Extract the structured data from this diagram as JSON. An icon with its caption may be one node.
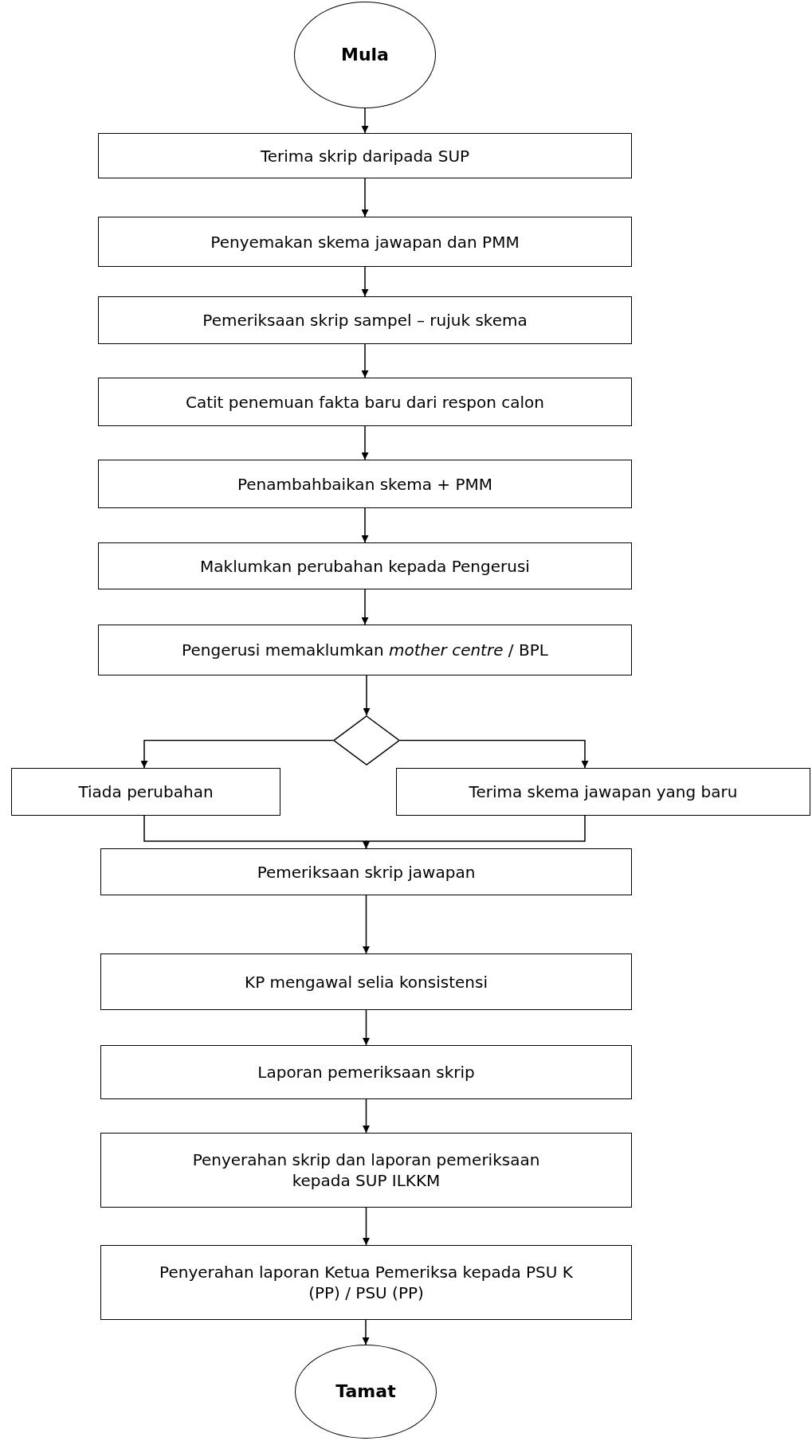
{
  "diagram": {
    "nodes": [
      {
        "text": [
          "Mula"
        ]
      },
      {
        "text": [
          "Terima skrip daripada SUP"
        ]
      },
      {
        "text": [
          "Penyemakan skema jawapan dan PMM"
        ]
      },
      {
        "text": [
          "Pemeriksaan skrip sampel – rujuk skema"
        ]
      },
      {
        "text": [
          "Catit penemuan fakta baru dari respon calon"
        ]
      },
      {
        "text": [
          "Penambahbaikan skema + PMM"
        ]
      },
      {
        "text": [
          "Maklumkan perubahan kepada Pengerusi"
        ]
      },
      {
        "text": [
          "Pengerusi memaklumkan *mother centre* / BPL"
        ]
      },
      {
        "text": [],
        "shape": "diamond"
      },
      {
        "text": [
          "Tiada perubahan"
        ]
      },
      {
        "text": [
          "Terima skema jawapan yang baru"
        ]
      },
      {
        "text": [
          "Pemeriksaan skrip jawapan"
        ]
      },
      {
        "text": [
          "KP mengawal selia konsistensi"
        ]
      },
      {
        "text": [
          "Laporan pemeriksaan skrip"
        ]
      },
      {
        "text": [
          "Penyerahan skrip dan laporan pemeriksaan kepada SUP ILKKM"
        ]
      },
      {
        "text": [
          "Penyerahan laporan Ketua Pemeriksa kepada PSU K (PP) / PSU (PP)"
        ]
      },
      {
        "text": [
          "Tamat"
        ]
      }
    ],
    "edges": [
      {
        "from": 0,
        "to": 1,
        "arrow": "to"
      },
      {
        "from": 1,
        "to": 2,
        "arrow": "to"
      },
      {
        "from": 2,
        "to": 3,
        "arrow": "to"
      },
      {
        "from": 3,
        "to": 4,
        "arrow": "to"
      },
      {
        "from": 4,
        "to": 5,
        "arrow": "to"
      },
      {
        "from": 5,
        "to": 6,
        "arrow": "to"
      },
      {
        "from": 6,
        "to": 7,
        "arrow": "to"
      },
      {
        "from": 7,
        "to": 8,
        "arrow": "to"
      },
      {
        "from": 8,
        "to": 9,
        "arrow": "to"
      },
      {
        "from": 8,
        "to": 10,
        "arrow": "to"
      },
      {
        "from": 9,
        "to": 11,
        "arrow": "to"
      },
      {
        "from": 10,
        "to": 11,
        "arrow": "to"
      },
      {
        "from": 11,
        "to": 12,
        "arrow": "to"
      },
      {
        "from": 12,
        "to": 13,
        "arrow": "to"
      },
      {
        "from": 13,
        "to": 14,
        "arrow": "to"
      },
      {
        "from": 14,
        "to": 15,
        "arrow": "to"
      },
      {
        "from": 15,
        "to": 16,
        "arrow": "to"
      }
    ]
  }
}
